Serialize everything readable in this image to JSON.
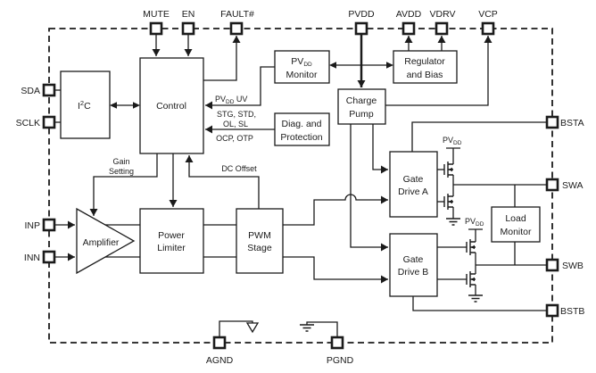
{
  "colors": {
    "ink": "#1b1b1b",
    "background": "#ffffff"
  },
  "pins": {
    "mute": {
      "label": "MUTE"
    },
    "en": {
      "label": "EN"
    },
    "fault": {
      "label": "FAULT#"
    },
    "pvdd": {
      "label": "PVDD"
    },
    "avdd": {
      "label": "AVDD"
    },
    "vdrv": {
      "label": "VDRV"
    },
    "vcp": {
      "label": "VCP"
    },
    "sda": {
      "label": "SDA"
    },
    "sclk": {
      "label": "SCLK"
    },
    "inp": {
      "label": "INP"
    },
    "inn": {
      "label": "INN"
    },
    "bsta": {
      "label": "BSTA"
    },
    "swa": {
      "label": "SWA"
    },
    "swb": {
      "label": "SWB"
    },
    "bstb": {
      "label": "BSTB"
    },
    "agnd": {
      "label": "AGND"
    },
    "pgnd": {
      "label": "PGND"
    }
  },
  "blocks": {
    "i2c": {
      "base": "I",
      "sup": "2",
      "rest": "C"
    },
    "control": {
      "label": "Control"
    },
    "pvdd_monitor": {
      "l1_main": "PV",
      "l1_sub": "DD",
      "l2": "Monitor"
    },
    "regulator": {
      "l1": "Regulator",
      "l2": "and Bias"
    },
    "charge_pump": {
      "l1": "Charge",
      "l2": "Pump"
    },
    "diag": {
      "l1": "Diag. and",
      "l2": "Protection"
    },
    "amplifier": {
      "label": "Amplifier"
    },
    "power_limiter": {
      "l1": "Power",
      "l2": "Limiter"
    },
    "pwm_stage": {
      "l1": "PWM",
      "l2": "Stage"
    },
    "gate_drive_a": {
      "l1": "Gate",
      "l2": "Drive A"
    },
    "gate_drive_b": {
      "l1": "Gate",
      "l2": "Drive B"
    },
    "load_monitor": {
      "l1": "Load",
      "l2": "Monitor"
    }
  },
  "signals": {
    "pvdd_uv_main": "PV",
    "pvdd_uv_sub": "DD",
    "pvdd_uv_rest": " UV",
    "fault_group1": "STG, STD,",
    "fault_group2": "OL, SL",
    "fault_group3": "OCP, OTP",
    "gain_l1": "Gain",
    "gain_l2": "Setting",
    "dc_offset": "DC Offset",
    "pvdd_rail_main": "PV",
    "pvdd_rail_sub": "DD"
  }
}
